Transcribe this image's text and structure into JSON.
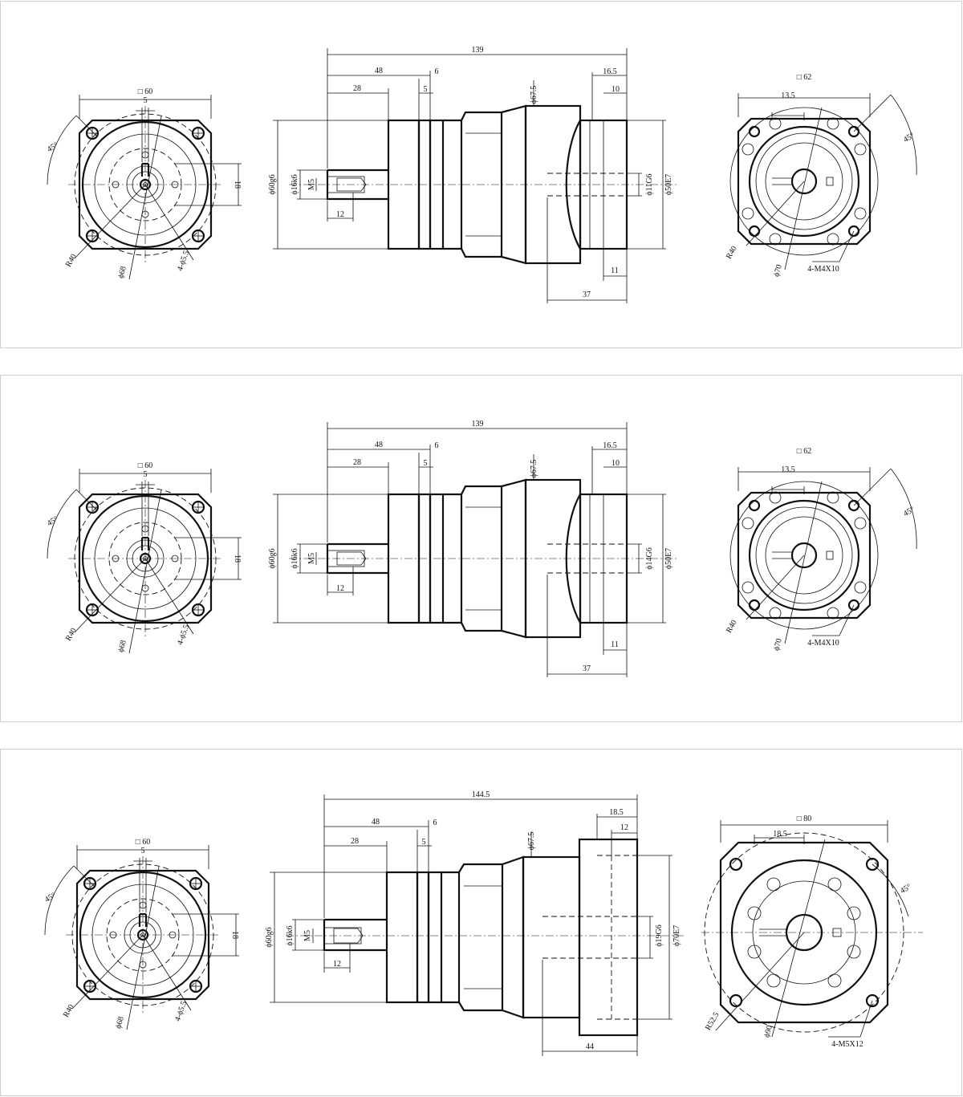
{
  "panels": [
    {
      "left": {
        "square": "60",
        "key_width": "5",
        "angle": "45°",
        "offset": "18",
        "radius": "R40",
        "bolt_circle": "ϕ68",
        "holes": "4-ϕ5.5"
      },
      "side": {
        "total_length": "139",
        "len_48": "48",
        "len_28": "28",
        "len_6": "6",
        "len_5": "5",
        "flange_dia": "ϕ67.5",
        "len_16_5": "16.5",
        "len_10": "10",
        "pilot": "ϕ60g6",
        "shaft": "ϕ16k6",
        "thread": "M5",
        "key_len": "12",
        "bore": "ϕ11G6",
        "recess": "ϕ50E7",
        "len_11": "11",
        "len_37": "37"
      },
      "right": {
        "square": "62",
        "offset": "13.5",
        "angle": "45°",
        "radius": "R40",
        "bolt_circle": "ϕ70",
        "screws": "4-M4X10"
      }
    },
    {
      "left": {
        "square": "60",
        "key_width": "5",
        "angle": "45°",
        "offset": "18",
        "radius": "R40",
        "bolt_circle": "ϕ68",
        "holes": "4-ϕ5.5"
      },
      "side": {
        "total_length": "139",
        "len_48": "48",
        "len_28": "28",
        "len_6": "6",
        "len_5": "5",
        "flange_dia": "ϕ67.5",
        "len_16_5": "16.5",
        "len_10": "10",
        "pilot": "ϕ60g6",
        "shaft": "ϕ16k6",
        "thread": "M5",
        "key_len": "12",
        "bore": "ϕ14G6",
        "recess": "ϕ50E7",
        "len_11": "11",
        "len_37": "37"
      },
      "right": {
        "square": "62",
        "offset": "13.5",
        "angle": "45°",
        "radius": "R40",
        "bolt_circle": "ϕ70",
        "screws": "4-M4X10"
      }
    },
    {
      "left": {
        "square": "60",
        "key_width": "5",
        "angle": "45°",
        "offset": "18",
        "radius": "R40",
        "bolt_circle": "ϕ68",
        "holes": "4-ϕ5.5"
      },
      "side": {
        "total_length": "144.5",
        "len_48": "48",
        "len_28": "28",
        "len_6": "6",
        "len_5": "5",
        "flange_dia": "ϕ67.5",
        "len_16_5": "18.5",
        "len_10": "12",
        "pilot": "ϕ60g6",
        "shaft": "ϕ16k6",
        "thread": "M5",
        "key_len": "12",
        "bore": "ϕ19G6",
        "recess": "ϕ70E7",
        "len_11": "",
        "len_37": "44"
      },
      "right": {
        "square": "80",
        "offset": "18.5",
        "angle": "45°",
        "radius": "R52.5",
        "bolt_circle": "ϕ90",
        "screws": "4-M5X12"
      }
    }
  ]
}
